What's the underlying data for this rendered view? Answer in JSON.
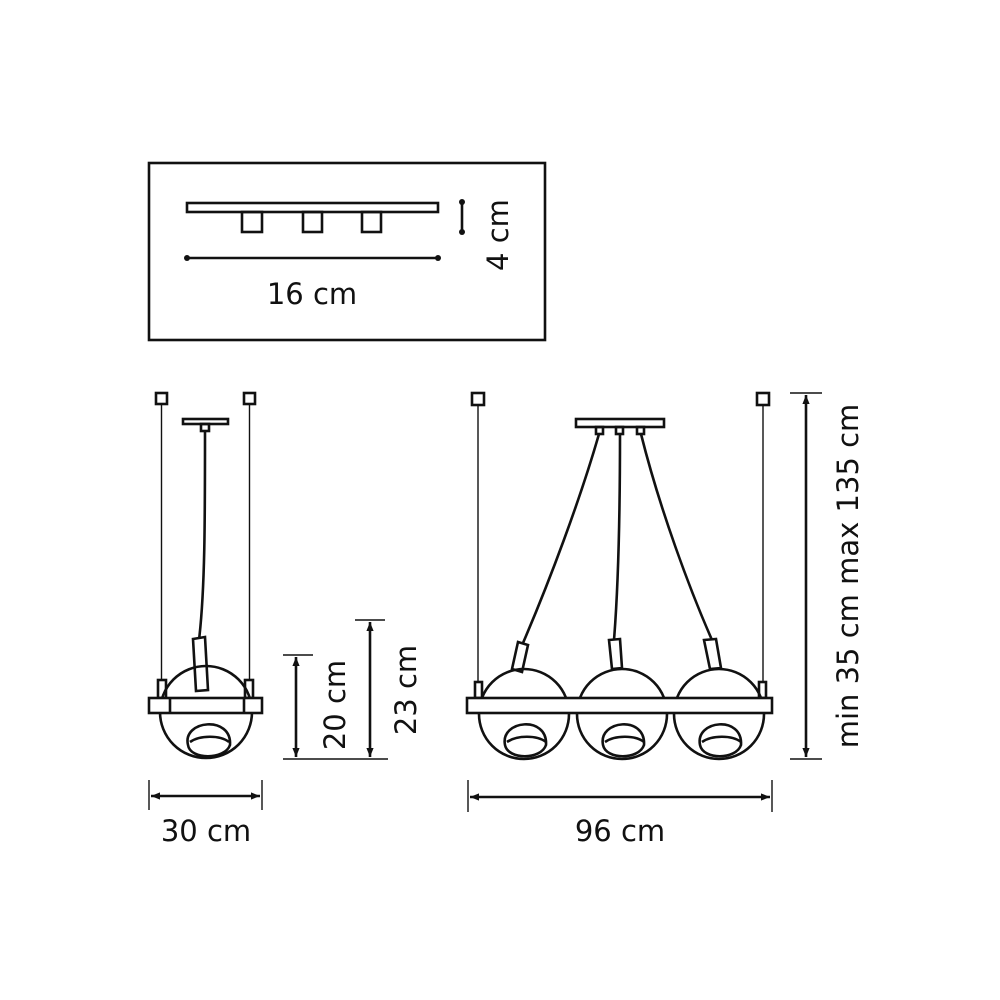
{
  "canopy_detail": {
    "width_label": "16 cm",
    "height_label": "4 cm"
  },
  "side_view": {
    "width_label": "30 cm",
    "shade_height_label": "20 cm",
    "total_height_label": "23 cm"
  },
  "front_view": {
    "width_label": "96 cm",
    "height_range_label": "min 35 cm max 135 cm"
  },
  "line_color": "#111111"
}
